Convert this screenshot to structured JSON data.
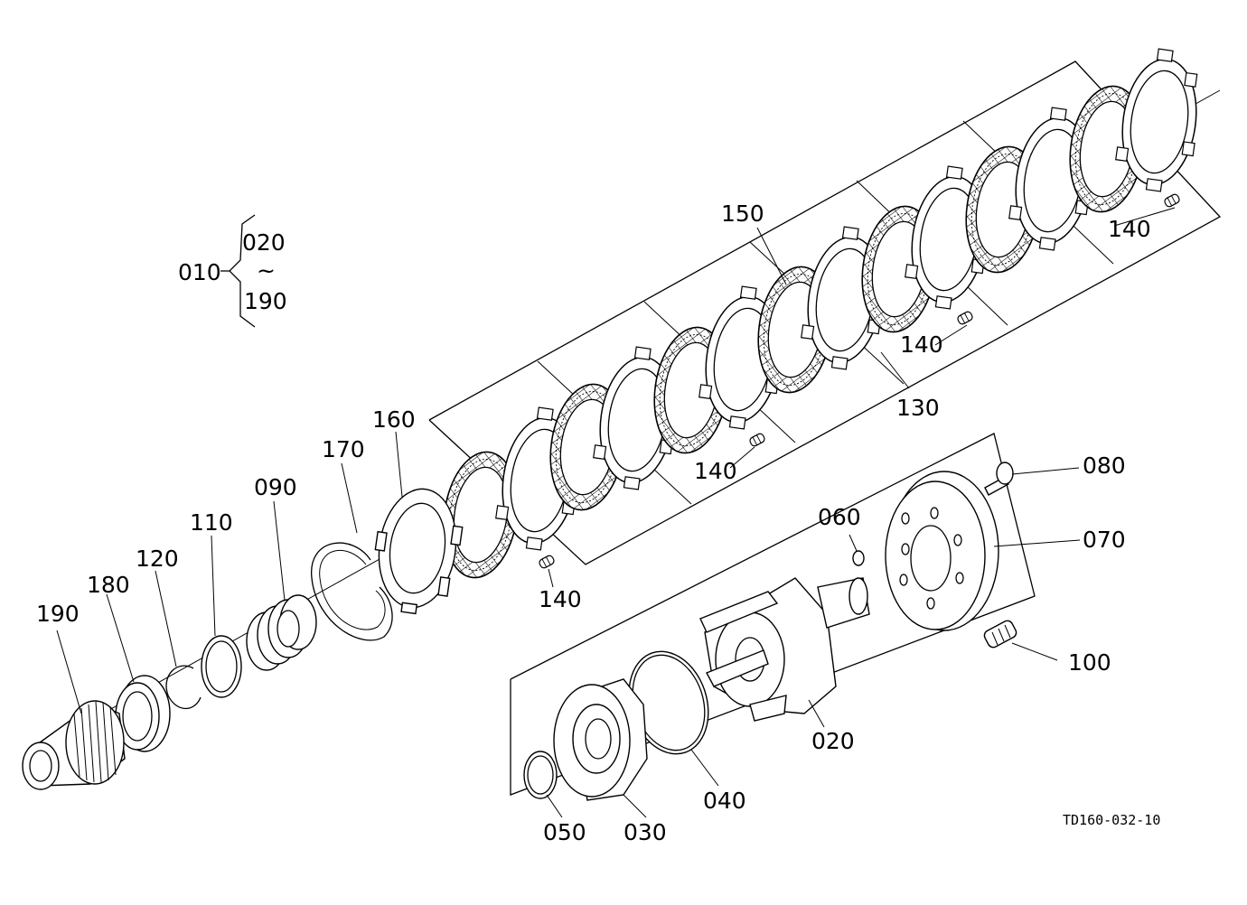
{
  "assembly": {
    "label": "010",
    "range_from": "020",
    "range_sep": "~",
    "range_to": "190"
  },
  "callouts": {
    "p020": "020",
    "p030": "030",
    "p040": "040",
    "p050": "050",
    "p060": "060",
    "p070": "070",
    "p080": "080",
    "p090": "090",
    "p100": "100",
    "p110": "110",
    "p120": "120",
    "p130": "130",
    "p140_a": "140",
    "p140_b": "140",
    "p140_c": "140",
    "p140_d": "140",
    "p150": "150",
    "p160": "160",
    "p170": "170",
    "p180": "180",
    "p190": "190"
  },
  "drawing_code": "TD160-032-10",
  "colors": {
    "line": "#000000",
    "background": "#ffffff"
  }
}
